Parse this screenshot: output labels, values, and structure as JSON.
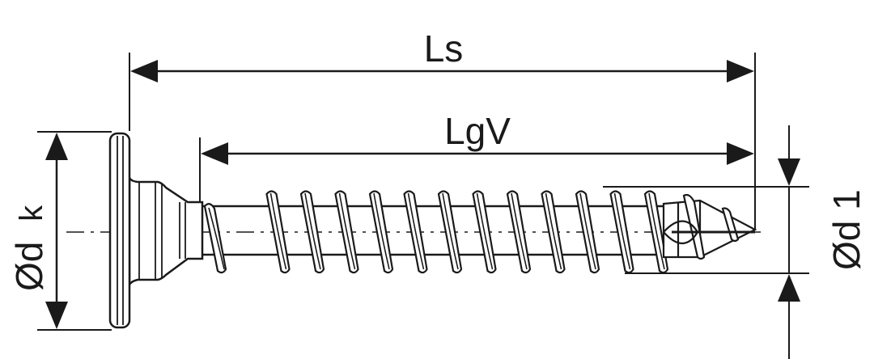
{
  "dimensions": {
    "overall_length": {
      "label": "Ls"
    },
    "thread_length": {
      "label": "LgV"
    },
    "head_diameter": {
      "label_main": "Ød",
      "label_sub": "k"
    },
    "thread_diameter": {
      "label": "Ød 1"
    }
  },
  "colors": {
    "ink": "#1a1a1a",
    "background": "#ffffff"
  }
}
